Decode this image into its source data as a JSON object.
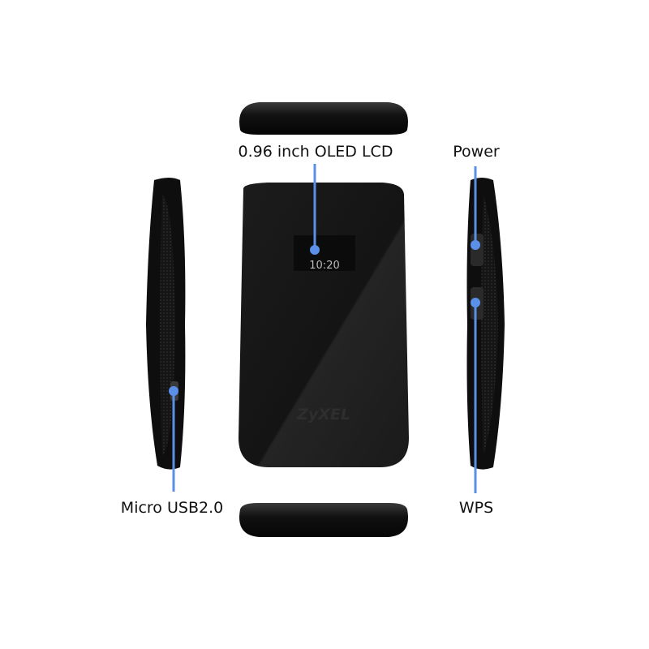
{
  "labels": {
    "oled": "0.96 inch OLED LCD",
    "power": "Power",
    "wps": "WPS",
    "usb": "Micro USB2.0"
  },
  "screen": {
    "time": "10:20"
  },
  "logo": "ZyXEL",
  "colors": {
    "accent": "#5b8fe8",
    "device": "#111111"
  }
}
